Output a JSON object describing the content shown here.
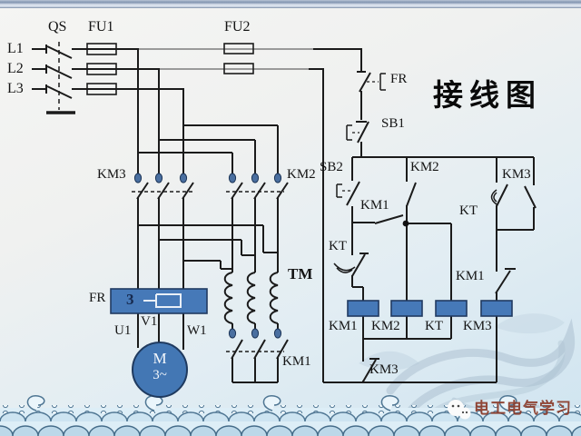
{
  "title": "接线图",
  "watermark": {
    "icon": "wechat-chat-bubbles",
    "text": "电工电气学习"
  },
  "power": {
    "phase_labels": [
      "L1",
      "L2",
      "L3"
    ],
    "disconnect": "QS",
    "fuse_main": "FU1",
    "fuse_control": "FU2",
    "km3_contacts": "KM3",
    "km2_contacts": "KM2",
    "km1_contacts": "KM1",
    "transformer": "TM",
    "thermal_relay": "FR",
    "thermal_relay_marking": "3",
    "motor_terminals": [
      "U1",
      "V1",
      "W1"
    ],
    "motor_symbol": "M",
    "motor_phase": "3~"
  },
  "control": {
    "thermal_contact": "FR",
    "stop_button": "SB1",
    "start_button": "SB2",
    "seal_in_contact": "KM1",
    "km2_aux_contact": "KM2",
    "km3_seal_contact": "KM3",
    "kt_delayed_close_contact": "KT",
    "kt_delayed_open_contact": "KT",
    "km1_interlock_contact": "KM1",
    "km3_interlock_contact": "KM3",
    "coil_labels": [
      "KM1",
      "KM2",
      "KT",
      "KM3"
    ]
  },
  "colors": {
    "wire": "#1b1b1b",
    "component_fill": "#4679b8",
    "component_border": "#203a61",
    "terminal_dot": "#4a6fa0",
    "watermark_text": "#8a3a28",
    "wave_stroke": "#4f7693"
  }
}
